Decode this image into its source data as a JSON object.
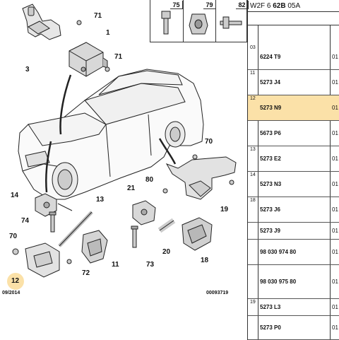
{
  "header": {
    "code_prefix": "W2F 6 ",
    "code_bold": "62B",
    "code_suffix": " 05A"
  },
  "fasteners": [
    "75",
    "79",
    "82"
  ],
  "callouts": {
    "c71a": "71",
    "c1": "1",
    "c3": "3",
    "c71b": "71",
    "c70a": "70",
    "c80": "80",
    "c19": "19",
    "c14": "14",
    "c13": "13",
    "c74": "74",
    "c21": "21",
    "c70b": "70",
    "c12": "12",
    "c72": "72",
    "c11": "11",
    "c73": "73",
    "c20": "20",
    "c18": "18"
  },
  "footer": {
    "date": "09/2014",
    "doc_number": "00093719"
  },
  "rows": [
    {
      "num": "03",
      "ref": "6224 T9",
      "qty": "01",
      "highlight": false
    },
    {
      "num": "11",
      "ref": "5273 J4",
      "qty": "01",
      "highlight": false
    },
    {
      "num": "12",
      "ref": "5273 N9",
      "qty": "01",
      "highlight": true
    },
    {
      "num": "",
      "ref": "5673 P6",
      "qty": "01",
      "highlight": false
    },
    {
      "num": "13",
      "ref": "5273 E2",
      "qty": "01",
      "highlight": false
    },
    {
      "num": "14",
      "ref": "5273 N3",
      "qty": "01",
      "highlight": false
    },
    {
      "num": "18",
      "ref": "5273 J6",
      "qty": "01",
      "highlight": false
    },
    {
      "num": "",
      "ref": "5273 J9",
      "qty": "01",
      "highlight": false
    },
    {
      "num": "",
      "ref": "98 030 974 80",
      "qty": "01",
      "highlight": false
    },
    {
      "num": "",
      "ref": "98 030 975 80",
      "qty": "01",
      "highlight": false
    },
    {
      "num": "19",
      "ref": "5273 L3",
      "qty": "01",
      "highlight": false
    },
    {
      "num": "",
      "ref": "5273 P0",
      "qty": "01",
      "highlight": false
    }
  ],
  "colors": {
    "highlight": "#fbe1a8",
    "line": "#333333"
  }
}
